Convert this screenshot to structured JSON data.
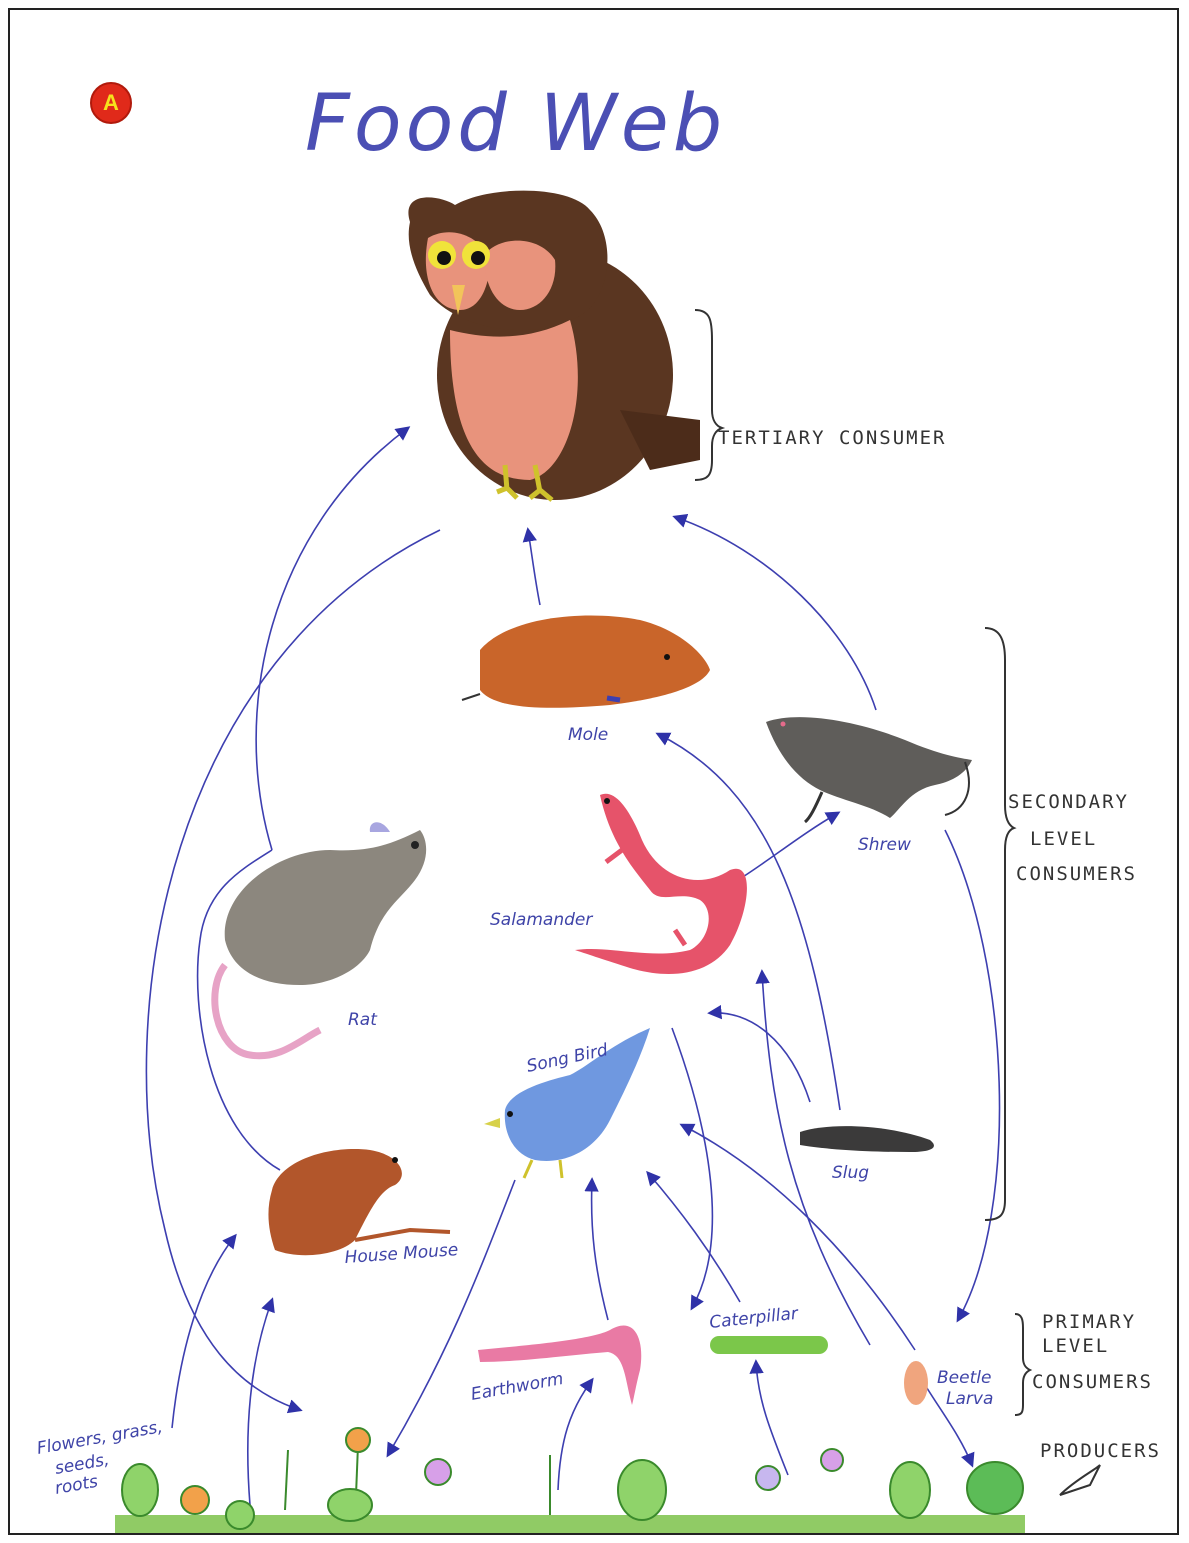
{
  "badge": "A",
  "title": "Food Web",
  "levels": {
    "tertiary": "TERTIARY CONSUMER",
    "secondary": [
      "SECONDARY",
      "LEVEL",
      "CONSUMERS"
    ],
    "primary": [
      "PRIMARY",
      "LEVEL",
      "CONSUMERS"
    ],
    "producers": "PRODUCERS"
  },
  "organisms": {
    "mole": "Mole",
    "shrew": "Shrew",
    "salamander": "Salamander",
    "rat": "Rat",
    "songbird": "Song Bird",
    "slug": "Slug",
    "house_mouse": "House Mouse",
    "earthworm": "Earthworm",
    "caterpillar": "Caterpillar",
    "beetle_larva": [
      "Beetle",
      "Larva"
    ],
    "plants": [
      "Flowers, grass,",
      "seeds,",
      "roots"
    ]
  },
  "colors": {
    "arrow": "#3d3fb0",
    "owl": "#5a3621",
    "owl_belly": "#e8937c",
    "mole": "#c9652a",
    "salamander": "#e6536a",
    "bird": "#6f98e0",
    "rat": "#8c877e",
    "grass": "#7dc24a"
  }
}
